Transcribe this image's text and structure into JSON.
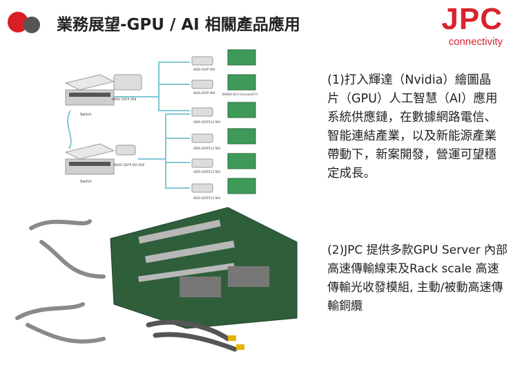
{
  "header": {
    "title": "業務展望-GPU / AI 相關產品應用",
    "brand_name": "JPC",
    "brand_tagline": "connectivity"
  },
  "diagram": {
    "switch_label_top": "Switch",
    "switch_label_bottom": "Switch",
    "module_top": "800G OSFP SR8",
    "module_bottom": "800G QSFP-DD SR8",
    "osfp_sr4_1": "400G OSFP SR4",
    "osfp_sr4_2": "400G OSFP SR4",
    "nic_label": "NVIDIA HCA (ConnectX-7)",
    "qsfp112_1": "400G QSFP112 SR4",
    "qsfp112_2": "400G QSFP112 SR4",
    "qsfp112_3": "400G QSFP112 SR4",
    "qsfp112_4": "400G QSFP112 SR4"
  },
  "text": {
    "para1": "(1)打入輝達（Nvidia）繪圖晶片（GPU）人工智慧（AI）應用系統供應鏈，在數據網路電信、智能連結產業，以及新能源產業帶動下，新案開發，營運可望穩定成長。",
    "para2": "(2)JPC 提供多款GPU Server 內部高速傳輸線束及Rack scale 高速傳輸光收發模組, 主動/被動高速傳輸銅纜"
  },
  "colors": {
    "brand_red": "#d9232d",
    "dot_red": "#d91f26",
    "dot_gray": "#555555",
    "fiber": "#7fc6d6",
    "pcb_green": "#3f9a5a"
  }
}
